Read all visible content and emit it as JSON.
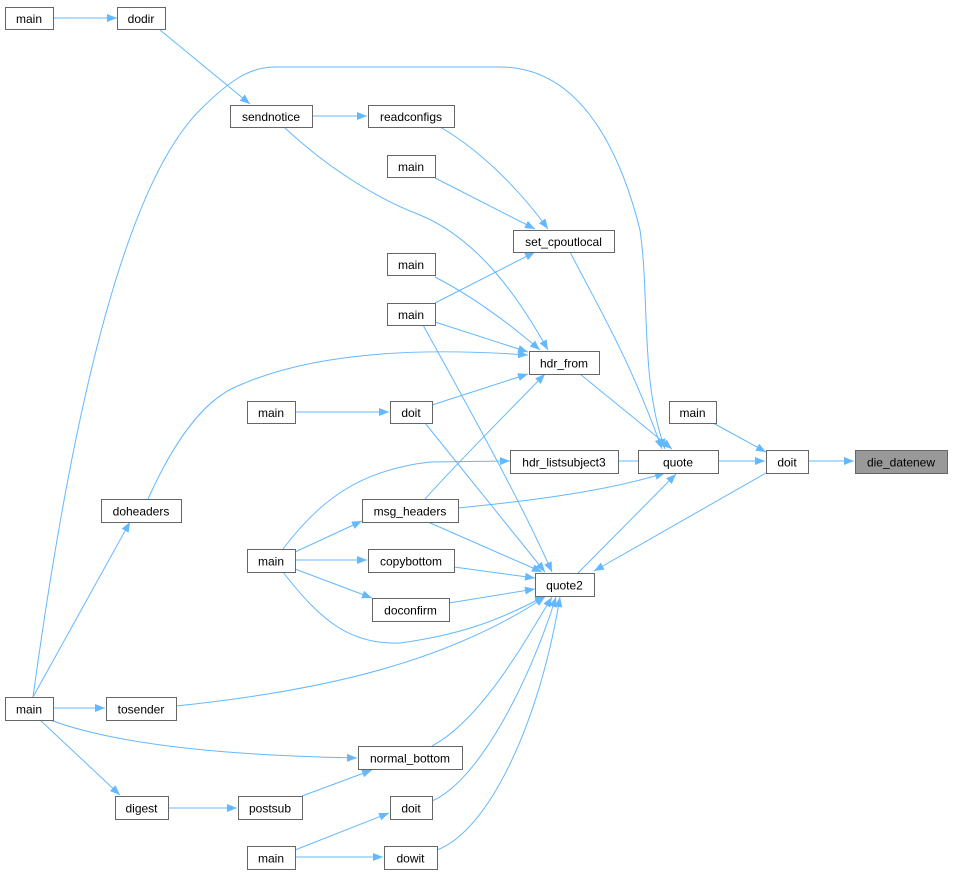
{
  "graph": {
    "type": "caller-graph",
    "edge_color": "#63b8ff",
    "highlight_fill": "#999999",
    "nodes": {
      "main1": "main",
      "dodir": "dodir",
      "sendnotice": "sendnotice",
      "readconfigs": "readconfigs",
      "main2": "main",
      "set_cpoutlocal": "set_cpoutlocal",
      "main3": "main",
      "main4": "main",
      "hdr_from": "hdr_from",
      "main6": "main",
      "doit1": "doit",
      "main5": "main",
      "hdr_listsubject3": "hdr_listsubject3",
      "quote": "quote",
      "doit2": "doit",
      "die_datenew": "die_datenew",
      "doheaders": "doheaders",
      "msg_headers": "msg_headers",
      "main_mid": "main",
      "copybottom": "copybottom",
      "quote2": "quote2",
      "doconfirm": "doconfirm",
      "main_left": "main",
      "tosender": "tosender",
      "normal_bottom": "normal_bottom",
      "digest": "digest",
      "postsub": "postsub",
      "doit3": "doit",
      "main_bot": "main",
      "dowit": "dowit"
    },
    "focus_node": "die_datenew"
  }
}
